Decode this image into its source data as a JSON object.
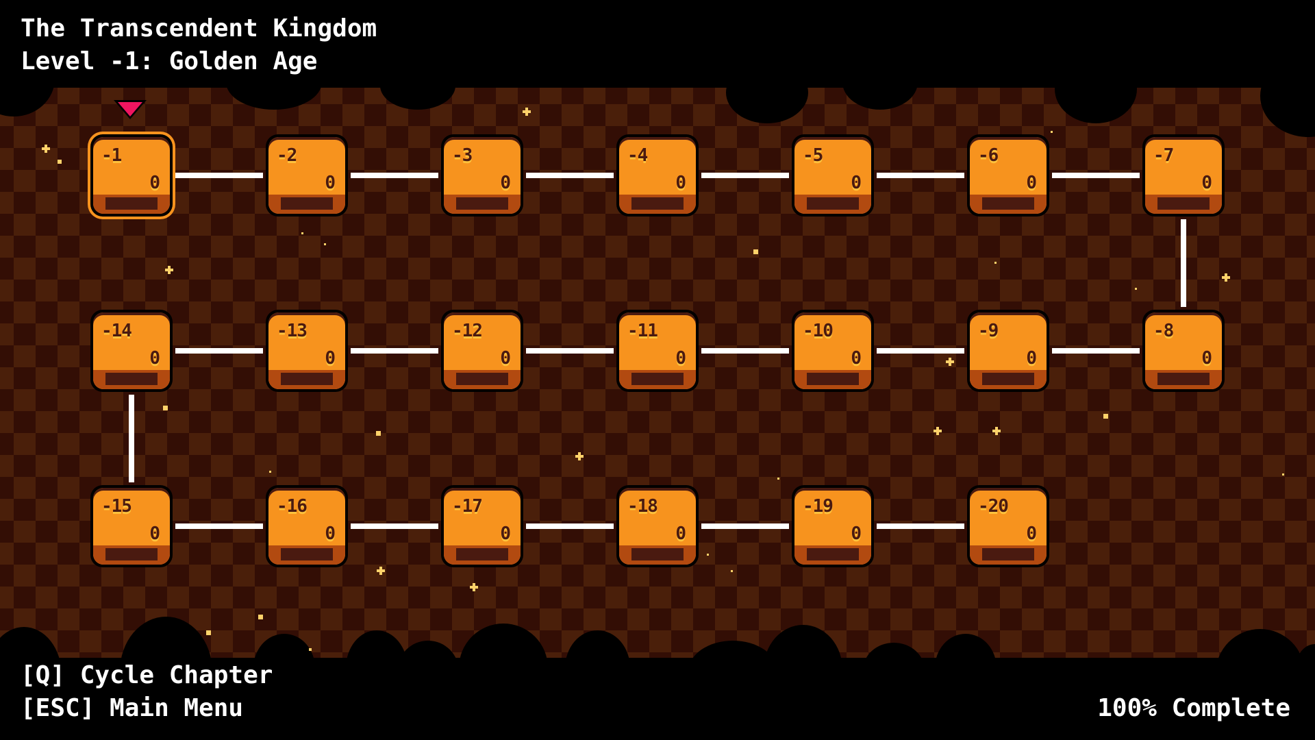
{
  "header": {
    "world_title": "The Transcendent Kingdom",
    "level_title": "Level -1: Golden Age"
  },
  "footer": {
    "cycle_hint": "[Q] Cycle Chapter",
    "menu_hint": "[ESC] Main Menu",
    "completion": "100% Complete"
  },
  "colors": {
    "checker_light": "#4a1f0a",
    "checker_dark": "#330e05",
    "tile_orange": "#f7931e",
    "tile_dark": "#4a1a10",
    "tile_highlight": "#ffc23c",
    "cursor_pink": "#ee1560",
    "connector": "#ffffff",
    "sparkle": "#ffd26a"
  },
  "selected_level": "-1",
  "levels": [
    {
      "label": "-1",
      "count": "0"
    },
    {
      "label": "-2",
      "count": "0"
    },
    {
      "label": "-3",
      "count": "0"
    },
    {
      "label": "-4",
      "count": "0"
    },
    {
      "label": "-5",
      "count": "0"
    },
    {
      "label": "-6",
      "count": "0"
    },
    {
      "label": "-7",
      "count": "0"
    },
    {
      "label": "-8",
      "count": "0"
    },
    {
      "label": "-9",
      "count": "0"
    },
    {
      "label": "-10",
      "count": "0"
    },
    {
      "label": "-11",
      "count": "0"
    },
    {
      "label": "-12",
      "count": "0"
    },
    {
      "label": "-13",
      "count": "0"
    },
    {
      "label": "-14",
      "count": "0"
    },
    {
      "label": "-15",
      "count": "0"
    },
    {
      "label": "-16",
      "count": "0"
    },
    {
      "label": "-17",
      "count": "0"
    },
    {
      "label": "-18",
      "count": "0"
    },
    {
      "label": "-19",
      "count": "0"
    },
    {
      "label": "-20",
      "count": "0"
    }
  ]
}
